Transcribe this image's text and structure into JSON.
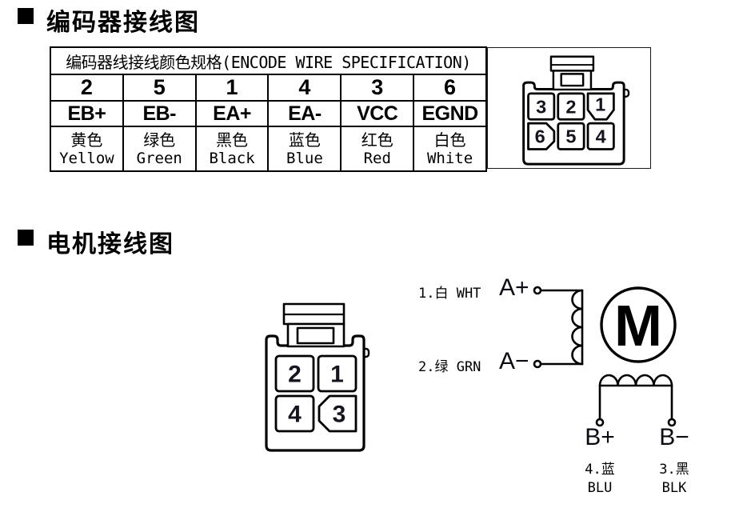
{
  "page": {
    "background": "#ffffff",
    "ink": "#000000",
    "pin_number_color": "#15151f"
  },
  "encoder_section": {
    "title": "编码器接线图",
    "table": {
      "header": "编码器线接线颜色规格(ENCODE WIRE SPECIFICATION)",
      "pin_numbers": [
        "2",
        "5",
        "1",
        "4",
        "3",
        "6"
      ],
      "signals": [
        "EB+",
        "EB-",
        "EA+",
        "EA-",
        "VCC",
        "EGND"
      ],
      "wire_colors_cn": [
        "黄色",
        "绿色",
        "黑色",
        "蓝色",
        "红色",
        "白色"
      ],
      "wire_colors_en": [
        "Yellow",
        "Green",
        "Black",
        "Blue",
        "Red",
        "White"
      ]
    },
    "connector": {
      "pins_row1": [
        "3",
        "2",
        "1"
      ],
      "pins_row2": [
        "6",
        "5",
        "4"
      ]
    }
  },
  "motor_section": {
    "title": "电机接线图",
    "connector": {
      "pins_row1": [
        "2",
        "1"
      ],
      "pins_row2": [
        "4",
        "3"
      ]
    },
    "phase_a": {
      "wire1_label": "1.白 WHT",
      "terminal1": "A+",
      "wire2_label": "2.绿 GRN",
      "terminal2": "A−"
    },
    "motor_symbol": "M",
    "phase_b": {
      "terminal1": "B+",
      "terminal2": "B−",
      "wire1_cn": "4.蓝",
      "wire1_en": "BLU",
      "wire2_cn": "3.黑",
      "wire2_en": "BLK"
    }
  }
}
